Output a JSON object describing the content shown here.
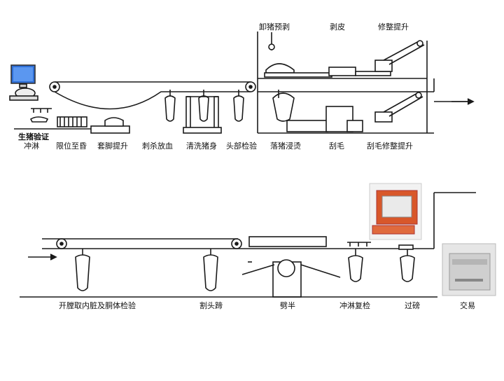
{
  "row1": {
    "top_labels": [
      "卸猪预剥",
      "剥皮",
      "修整提升"
    ],
    "labels": [
      "生猪验证",
      "冲淋",
      "限位至昏",
      "套脚提升",
      "刺杀放血",
      "清洗猪身",
      "头部检验",
      "落猪浸烫",
      "刮毛",
      "刮毛修整提升"
    ]
  },
  "row2": {
    "labels": [
      "开膛取内脏及胴体检验",
      "割头蹄",
      "劈半",
      "冲淋复检",
      "过磅",
      "交易"
    ]
  },
  "colors": {
    "line": "#1a1a1a",
    "monitor_blue": "#2f6fd6",
    "terminal_orange": "#d8572a",
    "machine_gray": "#bfbfbf"
  }
}
